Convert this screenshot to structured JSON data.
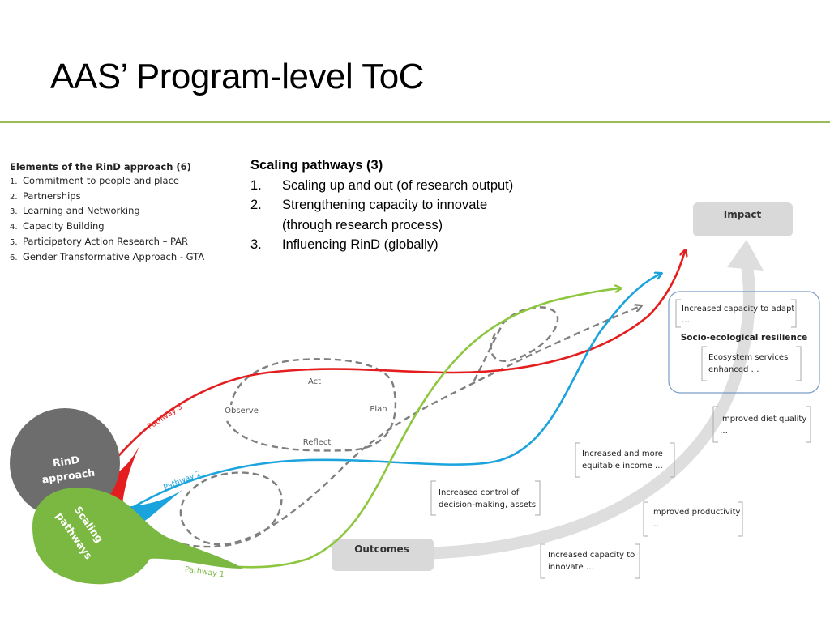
{
  "slide": {
    "title": "AAS’ Program-level ToC"
  },
  "elements_box": {
    "heading": "Elements of the RinD approach (6)",
    "items": [
      {
        "num": "1.",
        "text": "Commitment to people and place"
      },
      {
        "num": "2.",
        "text": "Partnerships"
      },
      {
        "num": "3.",
        "text": "Learning and Networking"
      },
      {
        "num": "4.",
        "text": "Capacity Building"
      },
      {
        "num": "5.",
        "text": "Participatory  Action Research – PAR"
      },
      {
        "num": "6.",
        "text": "Gender Transformative Approach  - GTA"
      }
    ]
  },
  "scaling_box": {
    "heading": "Scaling pathways (3)",
    "items": [
      {
        "num": "1.",
        "text": "Scaling up and out (of research output)"
      },
      {
        "num": "2.",
        "text": "Strengthening capacity to innovate",
        "cont": "(through research process)"
      },
      {
        "num": "3.",
        "text": "Influencing RinD (globally)"
      }
    ]
  },
  "diagram": {
    "rind_circle": {
      "line1": "RinD",
      "line2": "approach"
    },
    "scaling_blob": {
      "line1": "Scaling",
      "line2": "pathways"
    },
    "pathway_labels": {
      "p1": "Pathway 1",
      "p2": "Pathway 2",
      "p3": "Pathway 3"
    },
    "cycle": {
      "act": "Act",
      "observe": "Observe",
      "plan": "Plan",
      "reflect": "Reflect"
    },
    "impact": "Impact",
    "outcomes": "Outcomes",
    "resilience": "Socio-ecological resilience",
    "boxes": {
      "capacity_adapt": {
        "l1": "Increased capacity to adapt",
        "l2": "…"
      },
      "ecosystem": {
        "l1": "Ecosystem services",
        "l2": "enhanced …"
      },
      "diet": {
        "l1": "Improved diet quality",
        "l2": "…"
      },
      "income": {
        "l1": "Increased and more",
        "l2": "equitable income …"
      },
      "control": {
        "l1": "Increased control of",
        "l2": "decision-making, assets"
      },
      "productivity": {
        "l1": "Improved productivity",
        "l2": "…"
      },
      "innovate": {
        "l1": "Increased capacity to",
        "l2": "innovate …"
      }
    },
    "colors": {
      "pathway1": "#8dc63f",
      "pathway2": "#1aa3dd",
      "pathway3": "#e41e1e",
      "rind_circle": "#6d6d6d",
      "scaling_blob": "#7bb842",
      "grey_boxes": "#d9d9d9",
      "rule": "#9bbb59"
    }
  }
}
